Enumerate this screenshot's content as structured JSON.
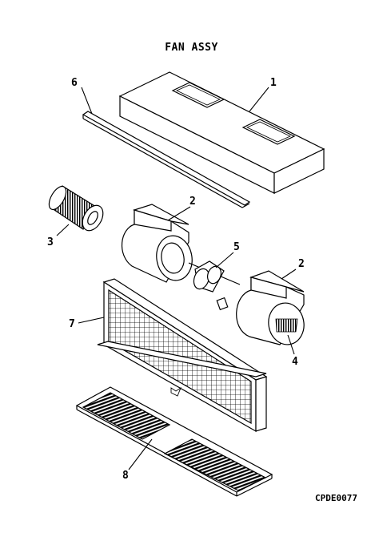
{
  "diagram": {
    "title": "FAN ASSY",
    "drawing_code": "CPDE0077",
    "callouts": [
      "1",
      "2",
      "2",
      "3",
      "4",
      "5",
      "6",
      "7",
      "8"
    ]
  }
}
